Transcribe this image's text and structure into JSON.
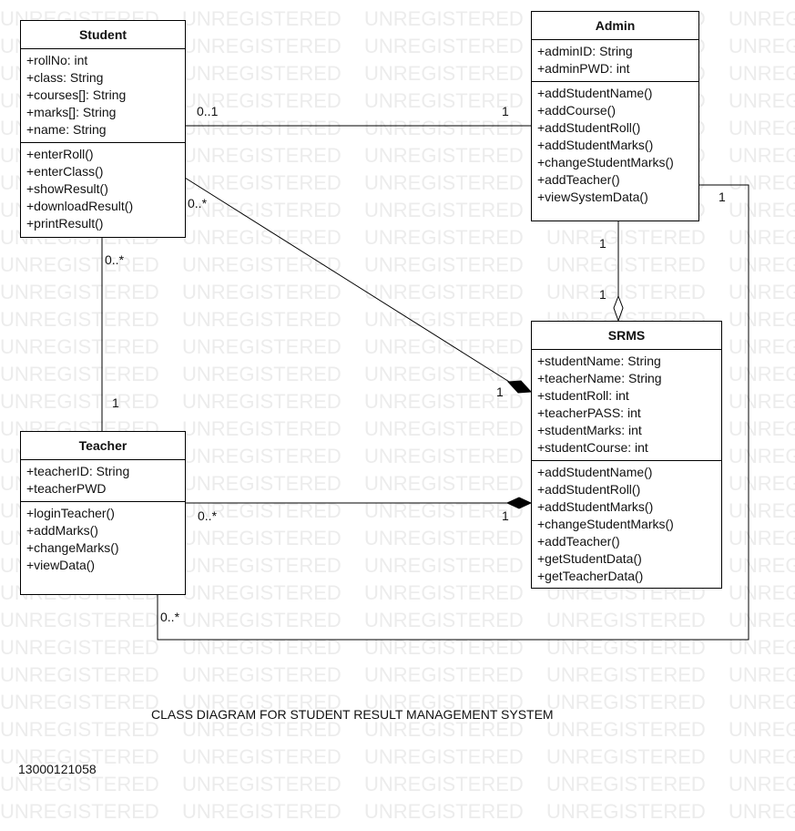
{
  "watermark": "UNREGISTERED",
  "classes": {
    "student": {
      "name": "Student",
      "attributes": [
        "+rollNo: int",
        "+class: String",
        "+courses[]: String",
        "+marks[]: String",
        "+name: String"
      ],
      "methods": [
        "+enterRoll()",
        "+enterClass()",
        "+showResult()",
        "+downloadResult()",
        "+printResult()"
      ]
    },
    "admin": {
      "name": "Admin",
      "attributes": [
        "+adminID: String",
        "+adminPWD: int"
      ],
      "methods": [
        "+addStudentName()",
        "+addCourse()",
        "+addStudentRoll()",
        "+addStudentMarks()",
        "+changeStudentMarks()",
        "+addTeacher()",
        "+viewSystemData()"
      ]
    },
    "srms": {
      "name": "SRMS",
      "attributes": [
        "+studentName: String",
        "+teacherName: String",
        "+studentRoll: int",
        "+teacherPASS: int",
        "+studentMarks: int",
        "+studentCourse: int"
      ],
      "methods": [
        "+addStudentName()",
        "+addStudentRoll()",
        "+addStudentMarks()",
        "+changeStudentMarks()",
        "+addTeacher()",
        "+getStudentData()",
        "+getTeacherData()"
      ]
    },
    "teacher": {
      "name": "Teacher",
      "attributes": [
        "+teacherID: String",
        "+teacherPWD"
      ],
      "methods": [
        "+loginTeacher()",
        "+addMarks()",
        "+changeMarks()",
        "+viewData()"
      ]
    }
  },
  "multiplicities": {
    "student_admin_student_end": "0..1",
    "student_admin_admin_end": "1",
    "student_srms_student_end": "0..*",
    "student_srms_srms_end": "1",
    "student_teacher_student_end": "0..*",
    "student_teacher_teacher_end": "1",
    "admin_srms_admin_end": "1",
    "admin_srms_srms_end": "1",
    "admin_teacher_admin_end": "1",
    "teacher_srms_teacher_end": "0..*",
    "teacher_srms_srms_end": "1",
    "teacher_admin_teacher_end": "0..*"
  },
  "caption": "CLASS DIAGRAM FOR STUDENT RESULT MANAGEMENT SYSTEM",
  "footer_id": "13000121058"
}
